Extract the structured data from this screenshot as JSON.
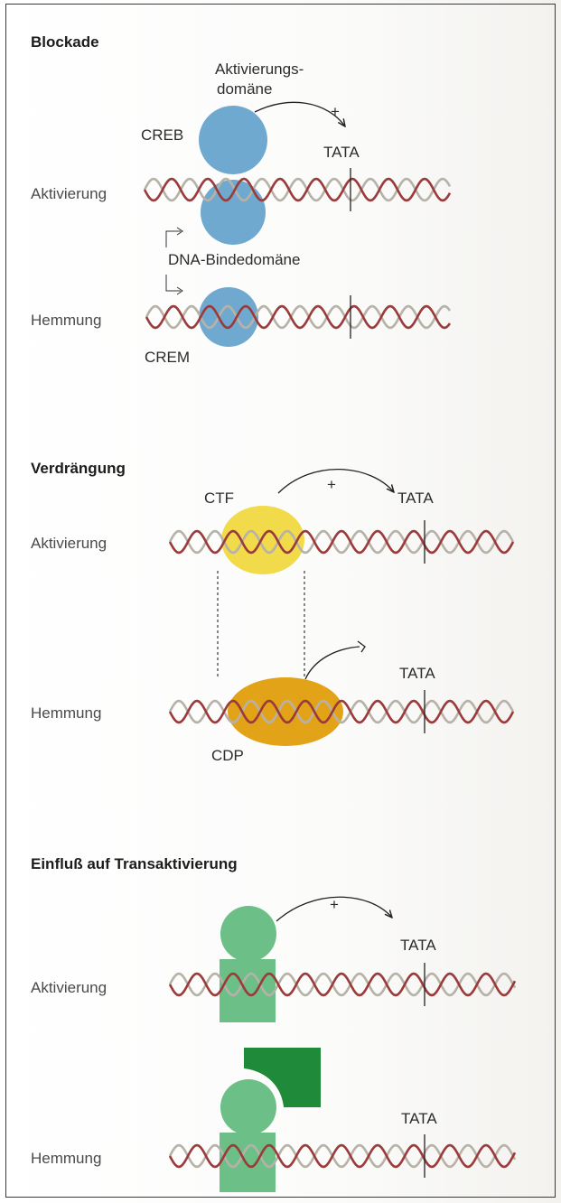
{
  "sections": {
    "blockade": {
      "heading": "Blockade",
      "activation_domain_line1": "Aktivierungs-",
      "activation_domain_line2": "domäne",
      "creb": "CREB",
      "plus": "+",
      "tata": "TATA",
      "row1_label": "Aktivierung",
      "dna_binding_domain": "DNA-Bindedomäne",
      "row2_label": "Hemmung",
      "crem": "CREM"
    },
    "displacement": {
      "heading": "Verdrängung",
      "ctf": "CTF",
      "plus": "+",
      "tata1": "TATA",
      "row1_label": "Aktivierung",
      "tata2": "TATA",
      "row2_label": "Hemmung",
      "cdp": "CDP"
    },
    "transactivation": {
      "heading": "Einfluß auf Transaktivierung",
      "plus": "+",
      "tata1": "TATA",
      "row1_label": "Aktivierung",
      "tata2": "TATA",
      "row2_label": "Hemmung"
    }
  },
  "colors": {
    "dna_strand_a": "#9b3a3a",
    "dna_strand_b": "#b7b2a8",
    "creb_blue": "#6fa9cf",
    "ctf_yellow": "#f1db4a",
    "cdp_orange": "#e2a318",
    "activator_green": "#6bbf87",
    "inhibitor_dark_green": "#1f8a3a",
    "text": "#2c2c2c"
  }
}
